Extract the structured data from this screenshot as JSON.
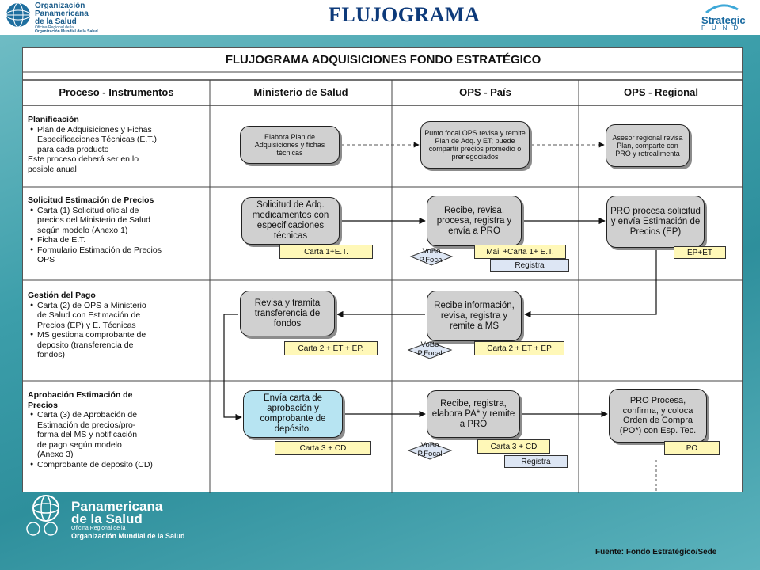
{
  "header": {
    "title": "FLUJOGRAMA",
    "logo_lines": [
      "Organización",
      "Panamericana",
      "de la Salud"
    ],
    "logo_sub": [
      "Oficina Regional de la",
      "Organización Mundial de la Salud"
    ],
    "strategic_word": "Strategic",
    "strategic_fund": "FUND"
  },
  "diagram": {
    "title": "FLUJOGRAMA ADQUISICIONES FONDO ESTRATÉGICO",
    "columns": [
      "Proceso - Instrumentos",
      "Ministerio de Salud",
      "OPS - País",
      "OPS - Regional"
    ],
    "lanes": [
      {
        "title": "Planificación",
        "lines": [
          {
            "kind": "item",
            "text": "Plan de Adquisiciones y Fichas"
          },
          {
            "kind": "cont",
            "text": "Especificaciones Técnicas (E.T.)"
          },
          {
            "kind": "cont",
            "text": "para cada producto"
          },
          {
            "kind": "plain",
            "text": "Este proceso deberá ser en lo"
          },
          {
            "kind": "plain",
            "text": "posible anual"
          }
        ]
      },
      {
        "title": "Solicitud Estimación de Precios",
        "lines": [
          {
            "kind": "item",
            "text": "Carta (1) Solicitud oficial de"
          },
          {
            "kind": "cont",
            "text": "precios del Ministerio de Salud"
          },
          {
            "kind": "cont",
            "text": "según modelo (Anexo 1)"
          },
          {
            "kind": "item",
            "text": "Ficha de E.T."
          },
          {
            "kind": "item",
            "text": "Formulario Estimación de Precios"
          },
          {
            "kind": "cont",
            "text": "OPS"
          }
        ]
      },
      {
        "title": "Gestión del Pago",
        "lines": [
          {
            "kind": "item",
            "text": "Carta (2) de OPS a Ministerio"
          },
          {
            "kind": "cont",
            "text": "de Salud con Estimación de"
          },
          {
            "kind": "cont",
            "text": "Precios (EP) y E. Técnicas"
          },
          {
            "kind": "item",
            "text": "MS gestiona comprobante de"
          },
          {
            "kind": "cont",
            "text": "deposito (transferencia de"
          },
          {
            "kind": "cont",
            "text": "fondos)"
          }
        ]
      },
      {
        "title": "Aprobación Estimación de",
        "lines": [
          {
            "kind": "title2",
            "text": "Precios"
          },
          {
            "kind": "item",
            "text": "Carta (3) de Aprobación de"
          },
          {
            "kind": "cont",
            "text": "Estimación de precios/pro-"
          },
          {
            "kind": "cont",
            "text": "forma del MS y notificación"
          },
          {
            "kind": "cont",
            "text": "de pago según modelo"
          },
          {
            "kind": "cont",
            "text": "(Anexo 3)"
          },
          {
            "kind": "item",
            "text": "Comprobante de deposito (CD)"
          }
        ]
      }
    ],
    "nodes": {
      "ms_plan": "Elabora Plan de Adquisiciones y fichas técnicas",
      "ops_punto_focal": "Punto focal OPS revisa y remite Plan de Adq. y ET; puede compartir precios promedio o prenegociados",
      "reg_asesor": "Asesor regional revisa Plan, comparte con PRO y retroalimenta",
      "ms_solicitud": "Solicitud de Adq. medicamentos con especificaciones técnicas",
      "ops_recibe": "Recibe, revisa, procesa, registra y envía a PRO",
      "reg_pro_procesa": "PRO procesa solicitud y envía Estimación de Precios (EP)",
      "ms_revisa": "Revisa y tramita transferencia de fondos",
      "ops_recibe_info": "Recibe información, revisa, registra y remite a MS",
      "ms_envia": "Envía carta de aprobación y comprobante de depósito.",
      "ops_recibe_pa": "Recibe, registra, elabora PA* y remite a PRO",
      "reg_pro_orden": "PRO Procesa, confirma, y coloca Orden de Compra (PO*) con Esp. Tec."
    },
    "docs": {
      "carta1": "Carta 1+E.T.",
      "mail_carta1": "Mail +Carta 1+ E.T.",
      "ep_et": "EP+ET",
      "carta2_ms": "Carta 2 + ET + EP.",
      "carta2_ops": "Carta 2 + ET + EP",
      "carta3_ms": "Carta 3 + CD",
      "carta3_ops": "Carta 3 + CD",
      "po": "PO",
      "registra": "Registra",
      "vobo_1": "VoBo",
      "vobo_2": "P.Focal"
    }
  },
  "footer": {
    "org_lines": [
      "Panamericana",
      "de la Salud"
    ],
    "sub_lines": [
      "Oficina Regional de la",
      "Organización Mundial de la Salud"
    ],
    "source": "Fuente: Fondo Estratégico/Sede"
  }
}
